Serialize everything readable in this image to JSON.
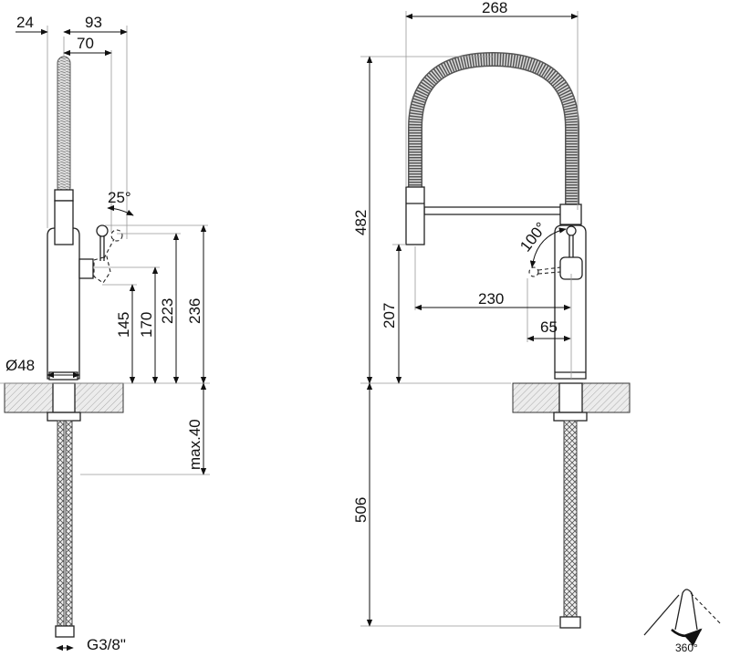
{
  "side_view": {
    "dim_24": "24",
    "dim_93": "93",
    "dim_70": "70",
    "angle_lever": "25°",
    "dim_145": "145",
    "dim_170": "170",
    "dim_223": "223",
    "dim_236": "236",
    "dim_diameter": "Ø48",
    "dim_max_thickness": "max.40",
    "thread": "G3/8\""
  },
  "front_view": {
    "dim_268": "268",
    "dim_482": "482",
    "dim_207": "207",
    "dim_230": "230",
    "dim_65": "65",
    "angle_lever": "100°",
    "dim_506": "506"
  },
  "rotation_icon": {
    "label": "360°"
  }
}
